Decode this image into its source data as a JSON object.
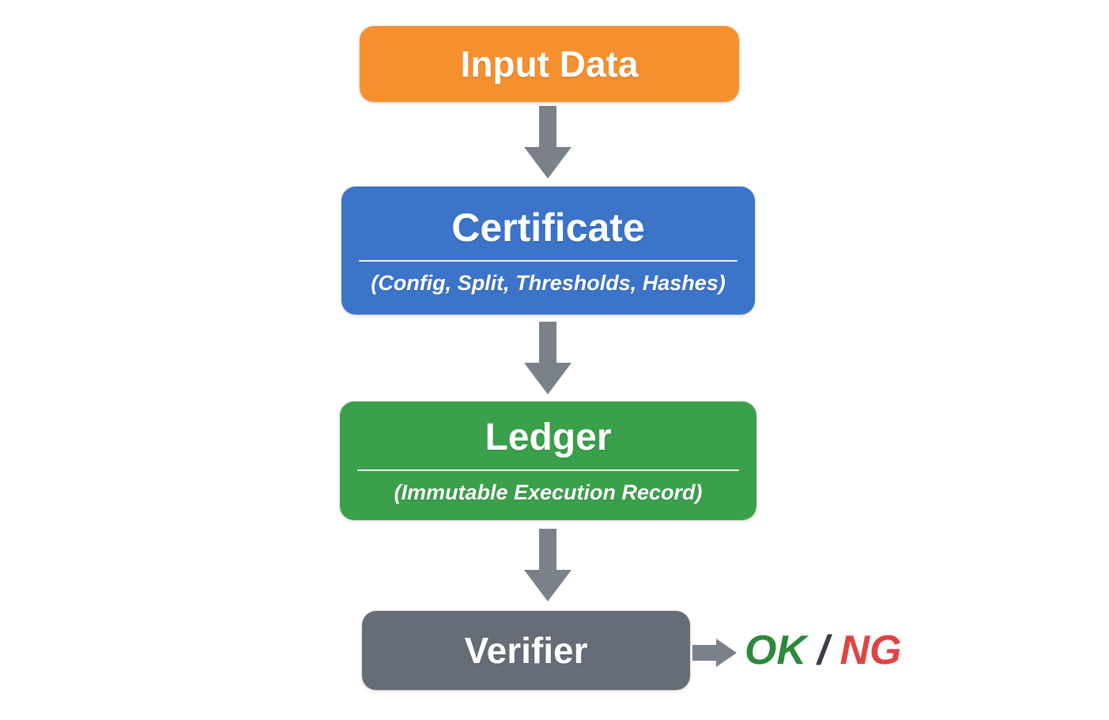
{
  "diagram": {
    "background_color": "#FFFFFF",
    "arrow_color": "#7A8189",
    "nodes": {
      "input": {
        "title": "Input Data",
        "color": "#F6902E"
      },
      "certificate": {
        "title": "Certificate",
        "subtitle": "(Config, Split, Thresholds, Hashes)",
        "color": "#3B74C9"
      },
      "ledger": {
        "title": "Ledger",
        "subtitle": "(Immutable Execution Record)",
        "color": "#3AA04B"
      },
      "verifier": {
        "title": "Verifier",
        "color": "#666D76"
      }
    },
    "result": {
      "ok_label": "OK",
      "ok_color": "#2B8A3B",
      "separator": "/",
      "separator_color": "#3A3F46",
      "ng_label": "NG",
      "ng_color": "#E14343"
    }
  }
}
